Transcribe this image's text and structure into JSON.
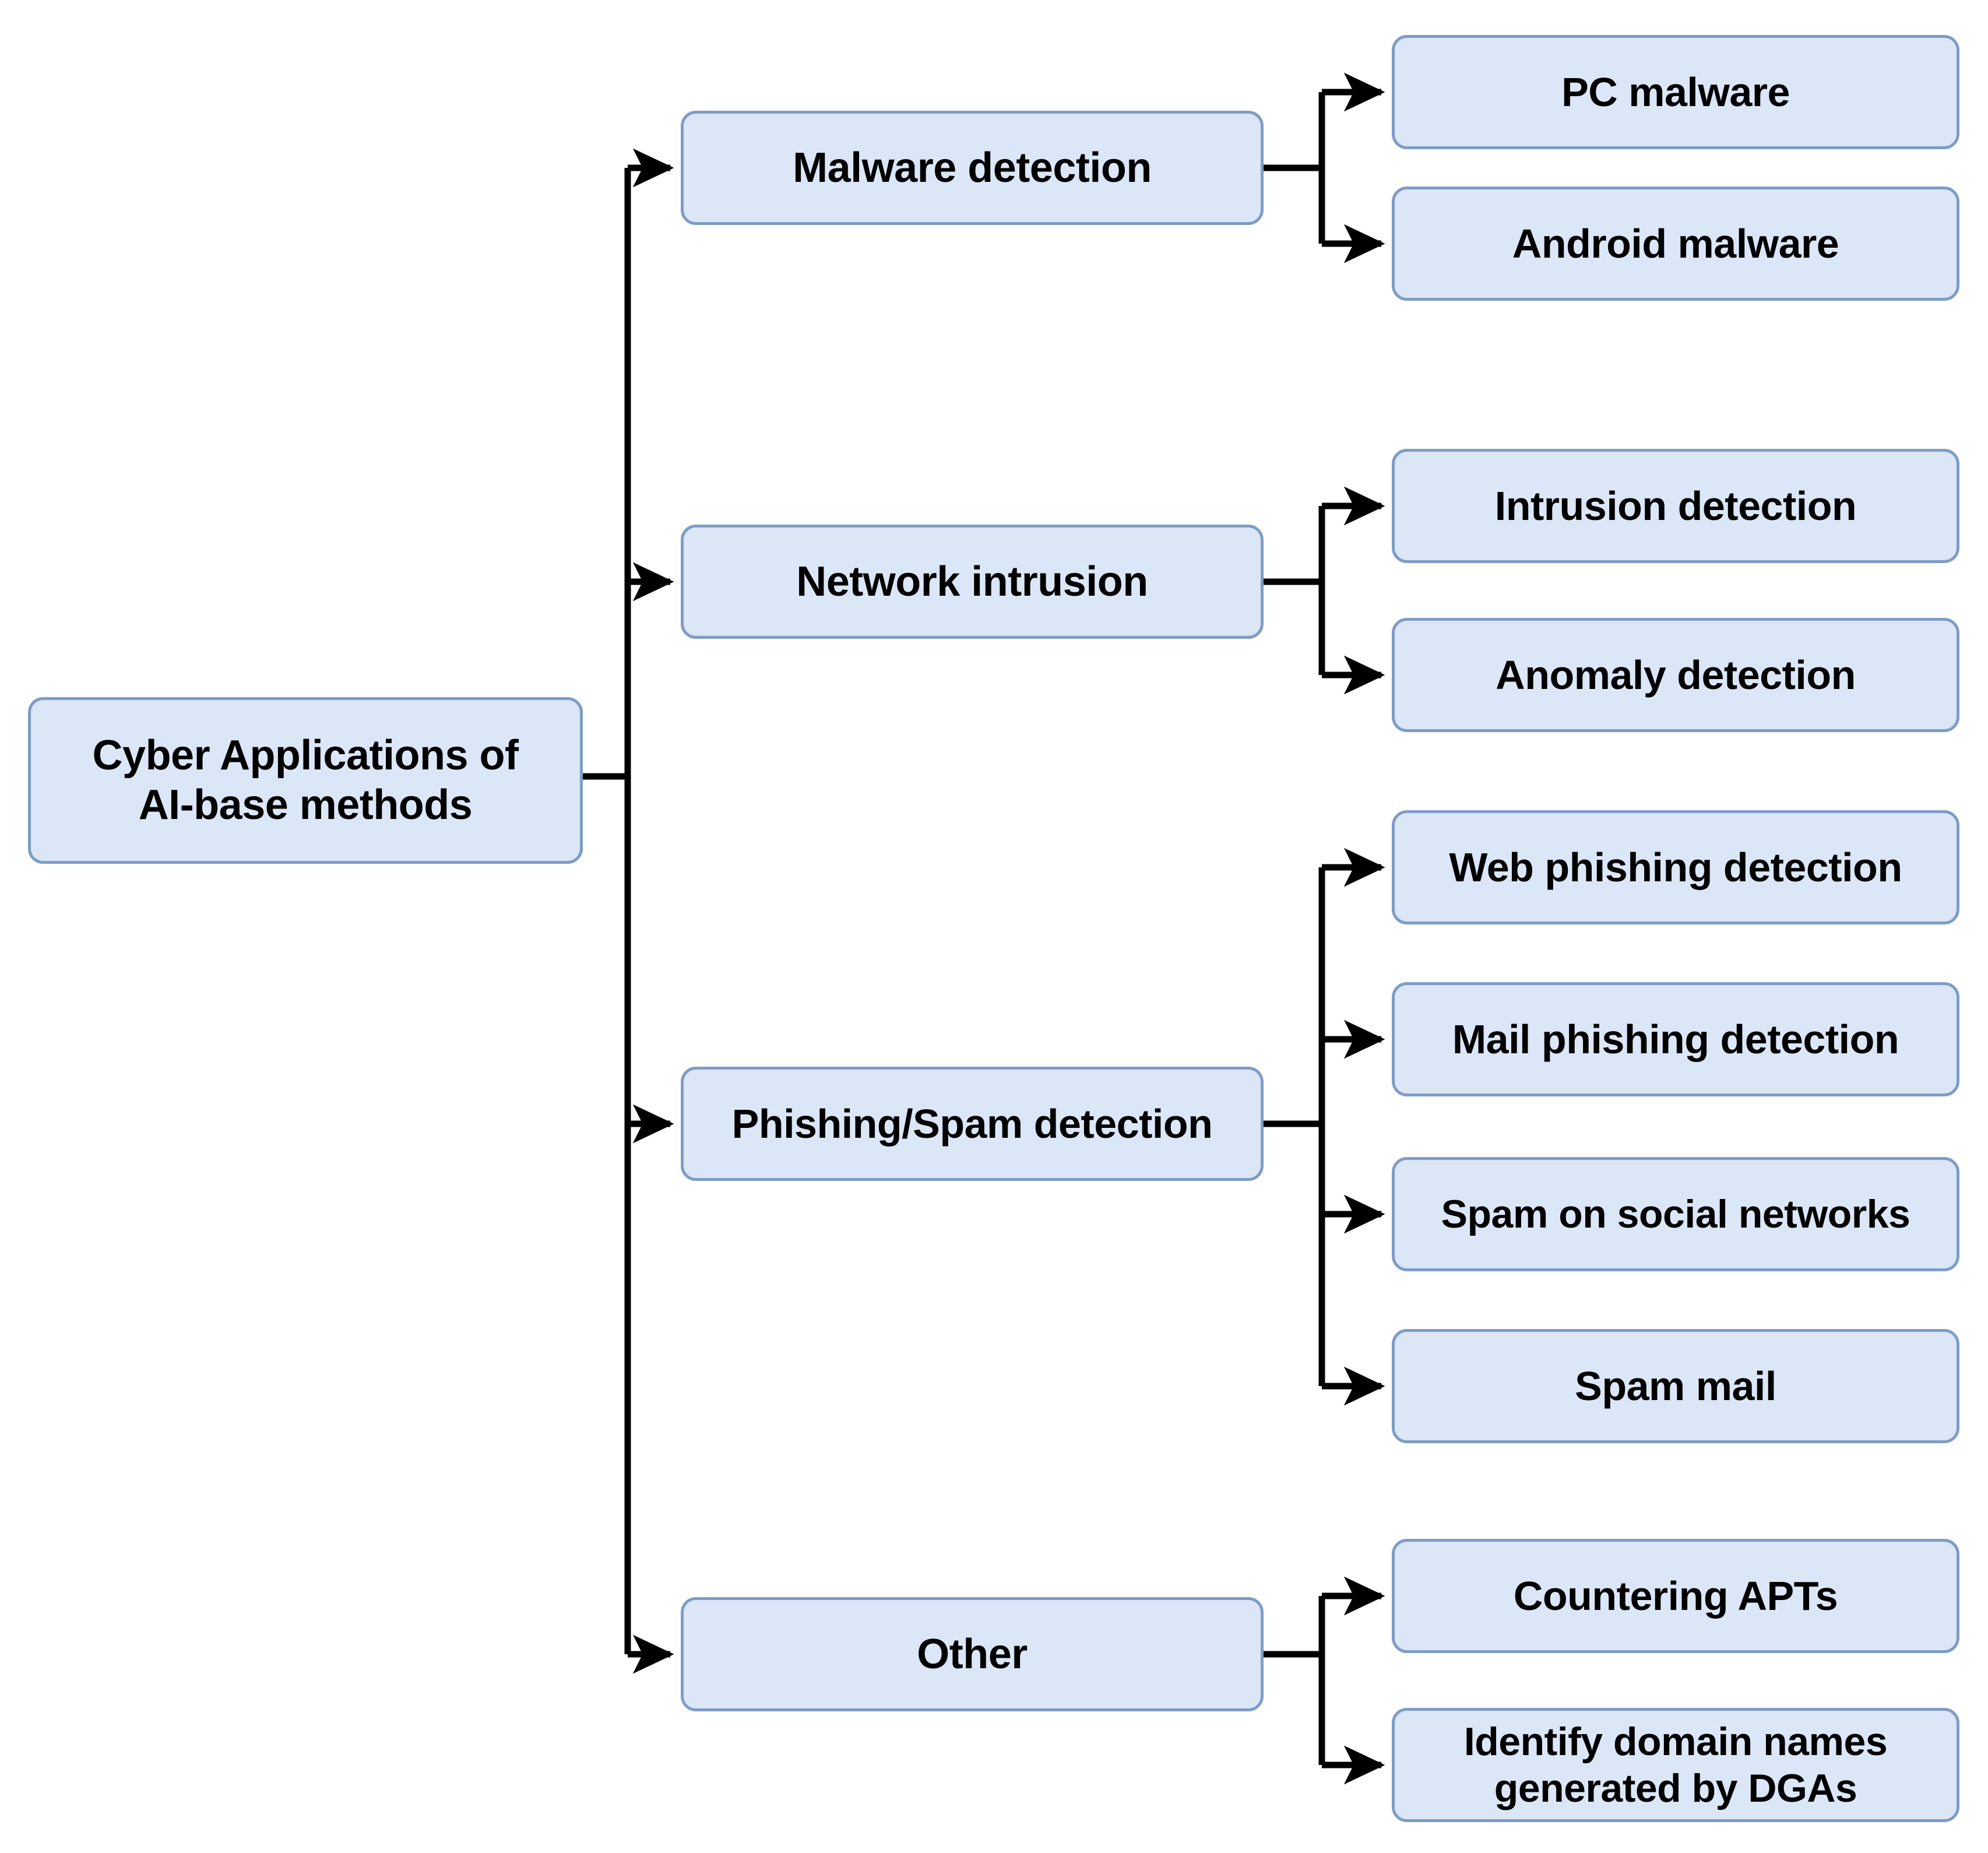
{
  "diagram": {
    "type": "tree-hierarchy",
    "orientation": "left-to-right",
    "colors": {
      "node_fill": "#dbe6f7",
      "node_border": "#7e9cc7",
      "connector": "#000000",
      "text": "#000000",
      "background": "#ffffff"
    },
    "root": {
      "label": "Cyber Applications of\nAI-base methods"
    },
    "branches": [
      {
        "label": "Malware detection",
        "children": [
          {
            "label": "PC malware"
          },
          {
            "label": "Android malware"
          }
        ]
      },
      {
        "label": "Network intrusion",
        "children": [
          {
            "label": "Intrusion detection"
          },
          {
            "label": "Anomaly detection"
          }
        ]
      },
      {
        "label": "Phishing/Spam detection",
        "children": [
          {
            "label": "Web phishing detection"
          },
          {
            "label": "Mail phishing detection"
          },
          {
            "label": "Spam on social networks"
          },
          {
            "label": "Spam mail"
          }
        ]
      },
      {
        "label": "Other",
        "children": [
          {
            "label": "Countering APTs"
          },
          {
            "label": "Identify domain names\ngenerated by DGAs"
          }
        ]
      }
    ]
  }
}
